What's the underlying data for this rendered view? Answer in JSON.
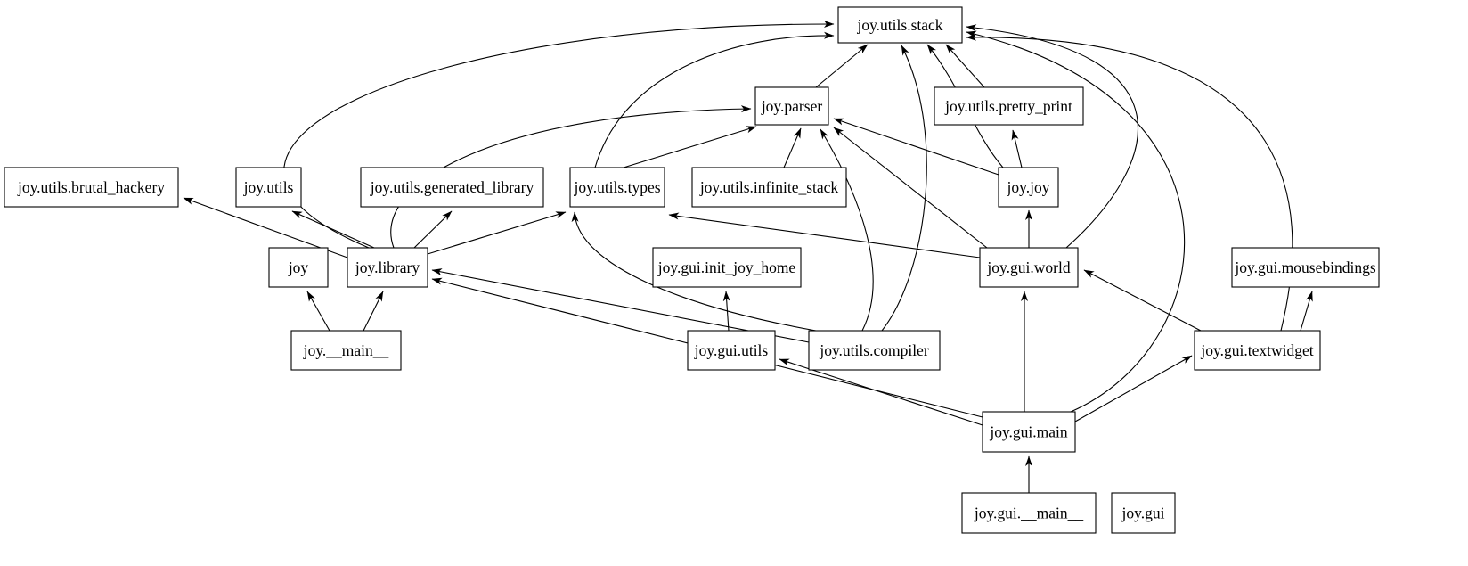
{
  "diagram": {
    "type": "dependency-graph",
    "background_color": "#ffffff",
    "node_fill_color": "#ffffff",
    "node_border_color": "#000000",
    "edge_color": "#000000",
    "text_color": "#000000",
    "nodes": [
      {
        "id": "stack",
        "label": "joy.utils.stack"
      },
      {
        "id": "parser",
        "label": "joy.parser"
      },
      {
        "id": "pretty",
        "label": "joy.utils.pretty_print"
      },
      {
        "id": "brutal",
        "label": "joy.utils.brutal_hackery"
      },
      {
        "id": "utils",
        "label": "joy.utils"
      },
      {
        "id": "genlib",
        "label": "joy.utils.generated_library"
      },
      {
        "id": "types",
        "label": "joy.utils.types"
      },
      {
        "id": "infstack",
        "label": "joy.utils.infinite_stack"
      },
      {
        "id": "joyjoy",
        "label": "joy.joy"
      },
      {
        "id": "joy",
        "label": "joy"
      },
      {
        "id": "library",
        "label": "joy.library"
      },
      {
        "id": "inithome",
        "label": "joy.gui.init_joy_home"
      },
      {
        "id": "world",
        "label": "joy.gui.world"
      },
      {
        "id": "mouseb",
        "label": "joy.gui.mousebindings"
      },
      {
        "id": "joymain",
        "label": "joy.__main__"
      },
      {
        "id": "guiutils",
        "label": "joy.gui.utils"
      },
      {
        "id": "compiler",
        "label": "joy.utils.compiler"
      },
      {
        "id": "textwidget",
        "label": "joy.gui.textwidget"
      },
      {
        "id": "guimain",
        "label": "joy.gui.main"
      },
      {
        "id": "guimainmain",
        "label": "joy.gui.__main__"
      },
      {
        "id": "gui",
        "label": "joy.gui"
      }
    ],
    "edges": [
      {
        "from": "joymain",
        "to": "joy"
      },
      {
        "from": "joymain",
        "to": "library"
      },
      {
        "from": "library",
        "to": "brutal"
      },
      {
        "from": "library",
        "to": "utils"
      },
      {
        "from": "library",
        "to": "genlib"
      },
      {
        "from": "library",
        "to": "types"
      },
      {
        "from": "library",
        "to": "parser"
      },
      {
        "from": "library",
        "to": "stack"
      },
      {
        "from": "types",
        "to": "parser"
      },
      {
        "from": "types",
        "to": "stack"
      },
      {
        "from": "parser",
        "to": "stack"
      },
      {
        "from": "infstack",
        "to": "parser"
      },
      {
        "from": "pretty",
        "to": "stack"
      },
      {
        "from": "joyjoy",
        "to": "pretty"
      },
      {
        "from": "joyjoy",
        "to": "parser"
      },
      {
        "from": "joyjoy",
        "to": "stack"
      },
      {
        "from": "world",
        "to": "joyjoy"
      },
      {
        "from": "world",
        "to": "parser"
      },
      {
        "from": "world",
        "to": "types"
      },
      {
        "from": "world",
        "to": "stack"
      },
      {
        "from": "compiler",
        "to": "types"
      },
      {
        "from": "compiler",
        "to": "parser"
      },
      {
        "from": "compiler",
        "to": "stack"
      },
      {
        "from": "compiler",
        "to": "library"
      },
      {
        "from": "guiutils",
        "to": "inithome"
      },
      {
        "from": "guimain",
        "to": "library"
      },
      {
        "from": "guimain",
        "to": "guiutils"
      },
      {
        "from": "guimain",
        "to": "world"
      },
      {
        "from": "guimain",
        "to": "textwidget"
      },
      {
        "from": "guimain",
        "to": "stack"
      },
      {
        "from": "guimainmain",
        "to": "guimain"
      },
      {
        "from": "textwidget",
        "to": "world"
      },
      {
        "from": "textwidget",
        "to": "mouseb"
      },
      {
        "from": "textwidget",
        "to": "stack"
      }
    ]
  }
}
